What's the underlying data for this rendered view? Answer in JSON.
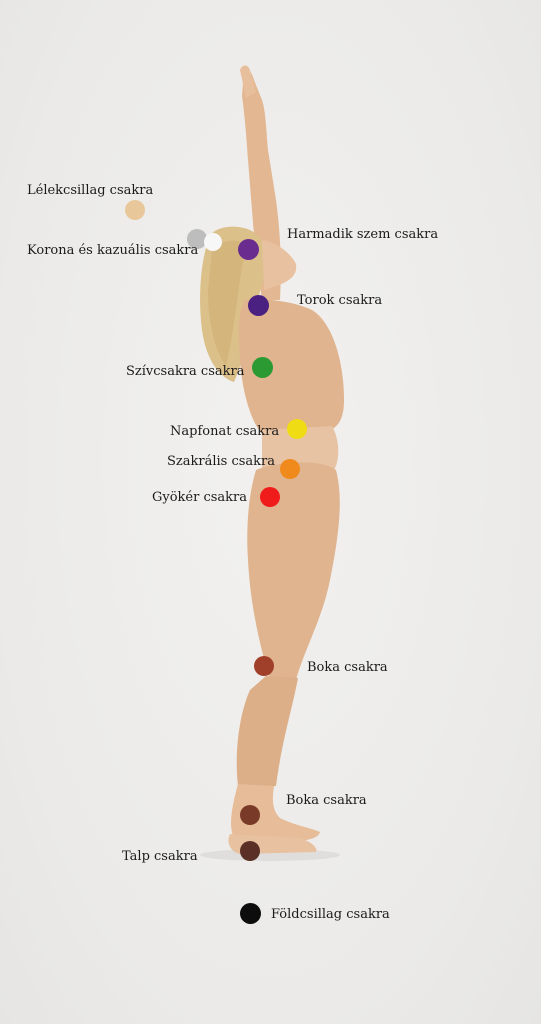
{
  "chakras": [
    {
      "id": "lelekcsillag",
      "label": "Lélekcsillag csakra",
      "color": "#e8c89a"
    },
    {
      "id": "korona",
      "label": "Korona és kazuális csakra",
      "color": "#bdbdbd",
      "color2": "#f7f7f7"
    },
    {
      "id": "harmadik-szem",
      "label": "Harmadik szem csakra",
      "color": "#6a2d8f"
    },
    {
      "id": "torok",
      "label": "Torok csakra",
      "color": "#4a2080"
    },
    {
      "id": "szivcsakra",
      "label": "Szívcsakra csakra",
      "color": "#2b9a33"
    },
    {
      "id": "napfonat",
      "label": "Napfonat csakra",
      "color": "#f0dc14"
    },
    {
      "id": "szakralis",
      "label": "Szakrális csakra",
      "color": "#f08a1c"
    },
    {
      "id": "gyoker",
      "label": "Gyökér csakra",
      "color": "#f01c1c"
    },
    {
      "id": "boka-knee",
      "label": "Boka csakra",
      "color": "#a0402a"
    },
    {
      "id": "boka-ankle",
      "label": "Boka csakra",
      "color": "#7a3a28"
    },
    {
      "id": "talp",
      "label": "Talp csakra",
      "color": "#5a3026"
    },
    {
      "id": "foldcsillag",
      "label": "Földcsillag csakra",
      "color": "#0d0d0d"
    }
  ]
}
